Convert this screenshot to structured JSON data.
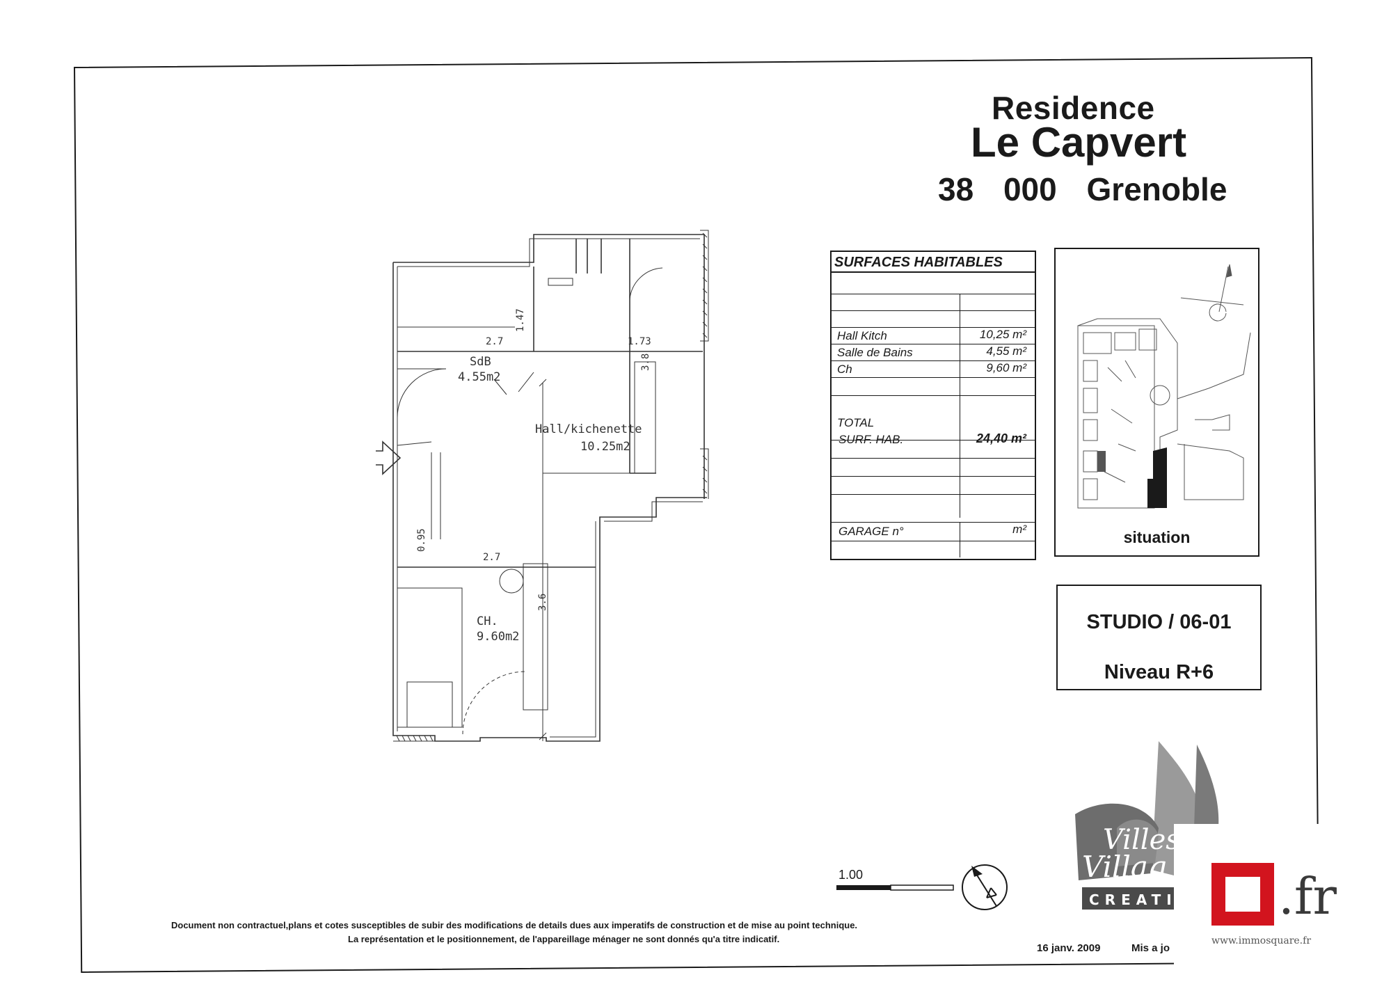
{
  "header": {
    "line1": "Residence",
    "line2": "Le Capvert",
    "line3": "38 000 Grenoble"
  },
  "surfaces": {
    "title": "SURFACES HABITABLES",
    "rows": [
      {
        "label": "Hall Kitch",
        "value": "10,25 m²"
      },
      {
        "label": "Salle de Bains",
        "value": "4,55 m²"
      },
      {
        "label": "Ch",
        "value": "9,60 m²"
      }
    ],
    "total_label_1": "TOTAL",
    "total_label_2": "SURF. HAB.",
    "total_value": "24,40 m²",
    "garage_label": "GARAGE n°",
    "garage_value": "m²"
  },
  "situation": {
    "caption": "situation"
  },
  "unit": {
    "name": "STUDIO / 06-01",
    "level": "Niveau R+6"
  },
  "plan": {
    "rooms": [
      {
        "name": "SdB",
        "area": "4.55m2"
      },
      {
        "name": "Hall/kichenette",
        "area": "10.25m2"
      },
      {
        "name": "CH.",
        "area": "9.60m2"
      }
    ],
    "dimensions": [
      "2.7",
      "1.47",
      "1.73",
      "3.8",
      "0.95",
      "2.7",
      "3.6"
    ],
    "scale_label": "1.00"
  },
  "footer": {
    "disclaimer_1": "Document non contractuel,plans et cotes susceptibles de subir des modifications de details dues aux imperatifs de construction et de mise au point technique.",
    "disclaimer_2": "La représentation et le positionnement, de l'appareillage ménager ne sont donnés qu'a titre indicatif.",
    "date": "16 janv. 2009",
    "mis": "Mis a jo"
  },
  "logo": {
    "brand_text": "Villes et Villages",
    "brand_sub": "CREATI",
    "fr": ".fr",
    "url": "www.immosquare.fr",
    "red": "#d2141e"
  }
}
